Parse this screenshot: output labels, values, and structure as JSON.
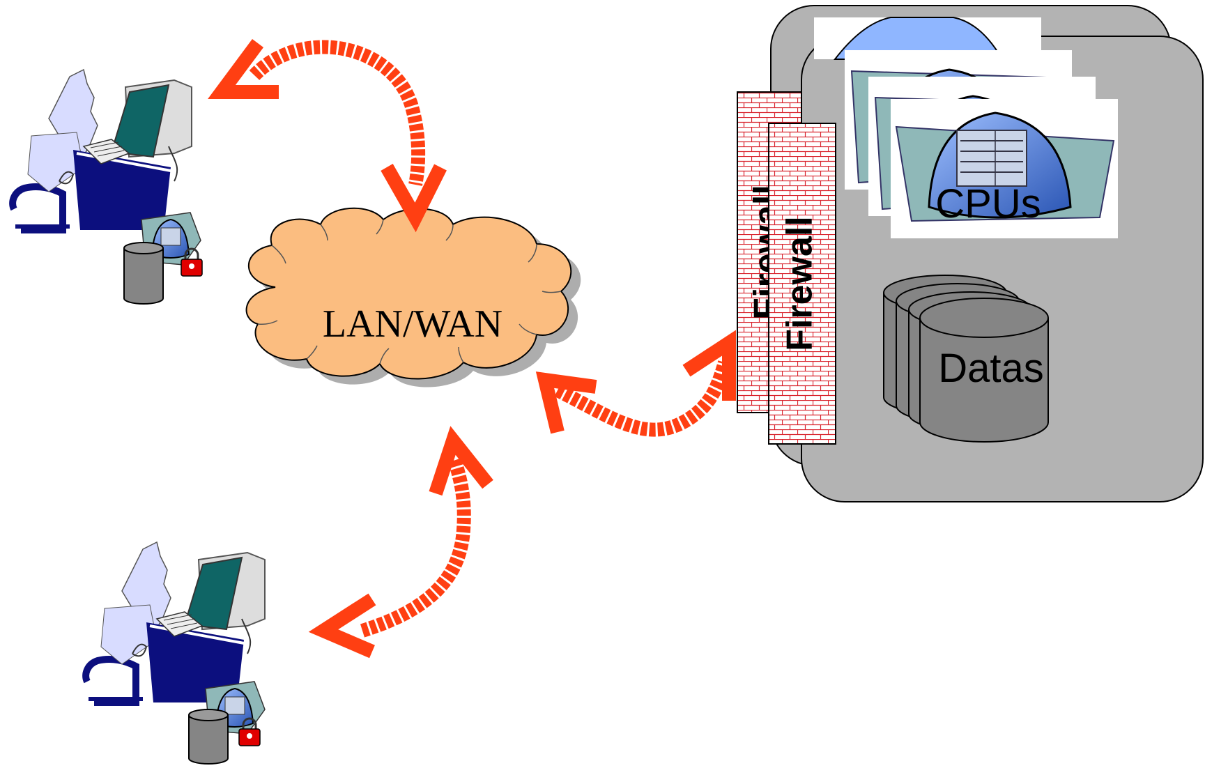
{
  "diagram": {
    "cloud_label": "LAN/WAN",
    "firewall_back_label": "Firewall",
    "firewall_front_label": "Firewall",
    "cpus_label": "CPUs",
    "datas_label": "Datas"
  },
  "colors": {
    "arrow": "#ff3f12",
    "cloud_fill": "#fbbd80",
    "server_fill": "#b3b3b3",
    "firewall_brick": "#d9232d",
    "monitor_screen": "#0f6565",
    "desk_blue": "#0c0f7e",
    "cpu_blue": "#4a7fd0",
    "db_gray": "#858585"
  },
  "icons": [
    "user-workstation-icon",
    "database-icon",
    "lock-icon",
    "server-cpu-icon",
    "firewall-icon",
    "cloud-icon"
  ]
}
